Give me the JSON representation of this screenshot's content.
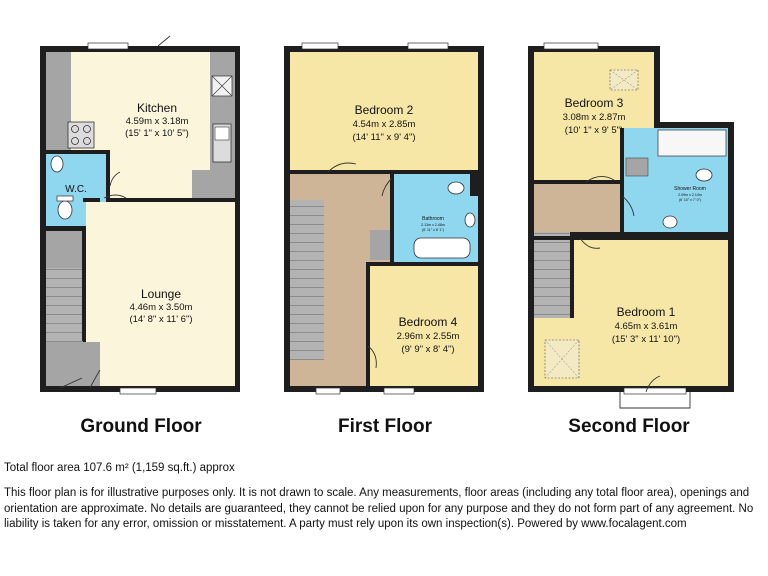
{
  "colors": {
    "wall": "#1e1e1e",
    "room_yellow": "#f7e7a6",
    "room_cream": "#fbf5dc",
    "room_blue": "#8fd6ef",
    "landing_brown": "#cfb597",
    "stairs_grey": "#b3b3b3",
    "fixture_grey": "#a5a5a5"
  },
  "floors": {
    "ground": {
      "label": "Ground Floor",
      "rooms": {
        "kitchen": {
          "name": "Kitchen",
          "metric": "4.59m x 3.18m",
          "imperial": "(15' 1\" x 10' 5\")"
        },
        "wc": {
          "name": "W.C."
        },
        "lounge": {
          "name": "Lounge",
          "metric": "4.46m x 3.50m",
          "imperial": "(14' 8\" x 11' 6\")"
        }
      }
    },
    "first": {
      "label": "First Floor",
      "rooms": {
        "bedroom2": {
          "name": "Bedroom 2",
          "metric": "4.54m x 2.85m",
          "imperial": "(14' 11\" x 9' 4\")"
        },
        "bathroom": {
          "name": "Bathroom",
          "metric": "2.13m x 2.48m",
          "imperial": "(6' 11\" x 8' 1\")"
        },
        "bedroom4": {
          "name": "Bedroom 4",
          "metric": "2.96m x 2.55m",
          "imperial": "(9' 9\" x 8' 4\")"
        }
      }
    },
    "second": {
      "label": "Second Floor",
      "rooms": {
        "bedroom3": {
          "name": "Bedroom 3",
          "metric": "3.08m x 2.87m",
          "imperial": "(10' 1\" x 9' 5\")"
        },
        "shower": {
          "name": "Shower Room",
          "metric": "2.09m x 2.14m",
          "imperial": "(6' 10\" x 7' 0\")"
        },
        "bedroom1": {
          "name": "Bedroom 1",
          "metric": "4.65m x 3.61m",
          "imperial": "(15' 3\" x 11' 10\")"
        }
      }
    }
  },
  "footer": {
    "total_area": "Total floor area 107.6 m² (1,159 sq.ft.) approx",
    "disclaimer": "This floor plan is for illustrative purposes only. It is not drawn to scale. Any measurements, floor areas (including any total floor area), openings and orientation are approximate. No details are guaranteed, they cannot be relied upon for any purpose and they do not form part of any agreement. No liability is taken for any error, omission or misstatement. A party must rely upon its own inspection(s). Powered by www.focalagent.com"
  }
}
